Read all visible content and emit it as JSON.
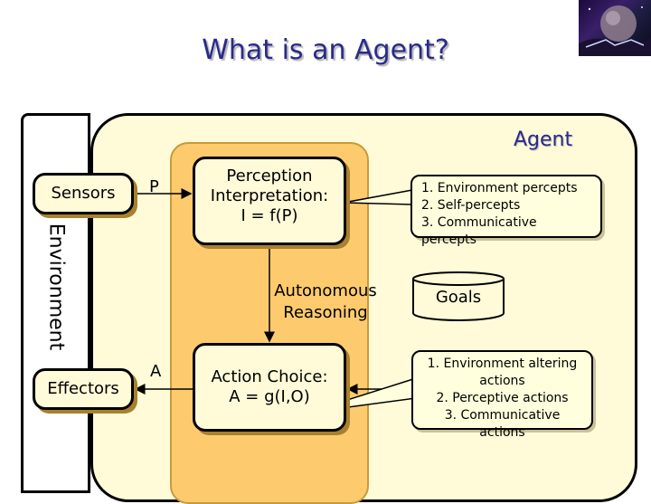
{
  "title": "What is an Agent?",
  "environment_label": "Environment",
  "agent_label": "Agent",
  "sensors_label": "Sensors",
  "effectors_label": "Effectors",
  "p_label": "P",
  "a_label": "A",
  "perception": {
    "line1": "Perception",
    "line2": "Interpretation:",
    "line3": "I = f(P)"
  },
  "reasoning": {
    "line1": "Autonomous",
    "line2": "Reasoning"
  },
  "action": {
    "line1": "Action Choice:",
    "line2": "A = g(I,O)"
  },
  "goals_label": "Goals",
  "percepts_list": [
    "1. Environment percepts",
    "2. Self-percepts",
    "3. Communicative percepts"
  ],
  "actions_list": [
    "1. Environment altering",
    "actions",
    "2. Perceptive actions",
    "3. Communicative actions"
  ],
  "colors": {
    "title": "#2a2a8a",
    "core": "#fdcb6e",
    "frame": "#fffbd9"
  },
  "icons": [
    "planet-logo"
  ]
}
